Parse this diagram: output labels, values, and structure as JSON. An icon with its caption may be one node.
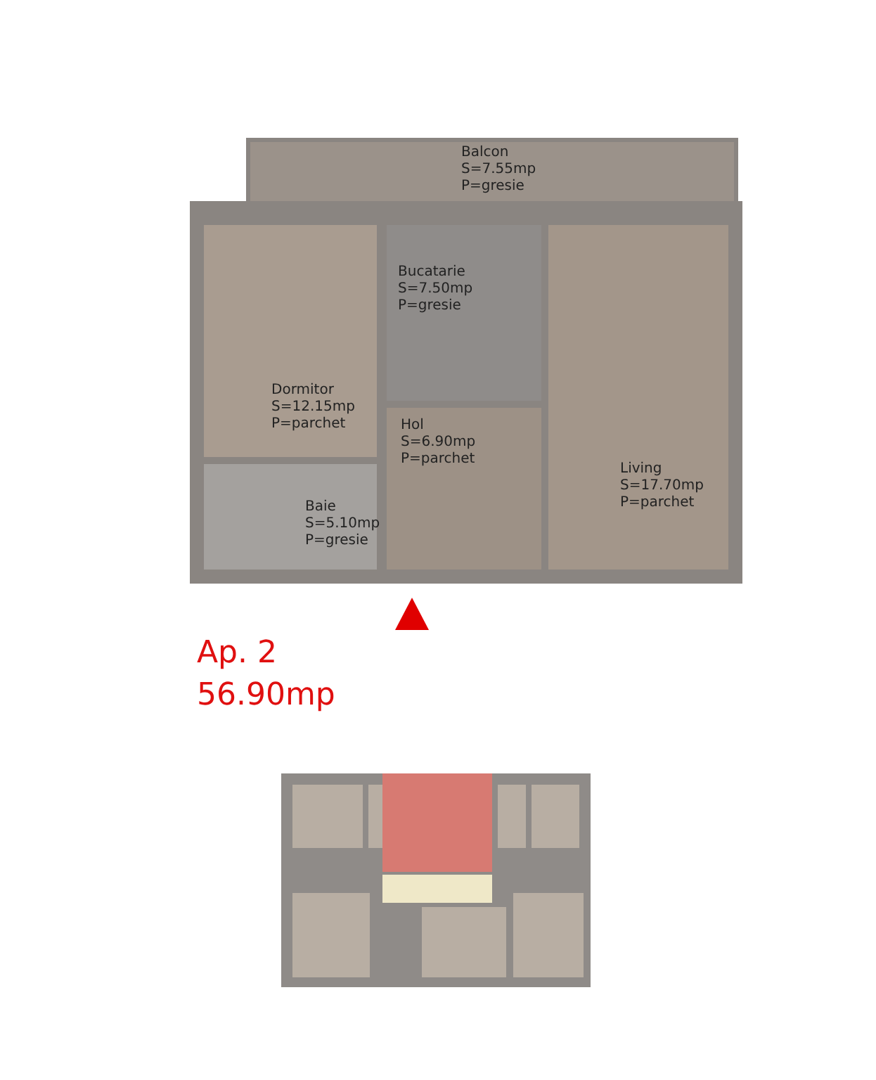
{
  "diagram": {
    "nodes": [
      {
        "text": [
          "Balcon S=7.55mp P=gresie"
        ]
      },
      {
        "text": [
          "Dormitor S=12.15mp P=parchet"
        ]
      },
      {
        "text": [
          "Bucatarie S=7.50mp P=gresie"
        ]
      },
      {
        "text": [
          "Hol S=6.90mp P=parchet"
        ]
      },
      {
        "text": [
          "Living S=17.70mp P=parchet"
        ]
      },
      {
        "text": [
          "Baie S=5.10mp P=gresie"
        ]
      }
    ],
    "labels": [
      "Ap. 2",
      "56.90mp"
    ]
  }
}
